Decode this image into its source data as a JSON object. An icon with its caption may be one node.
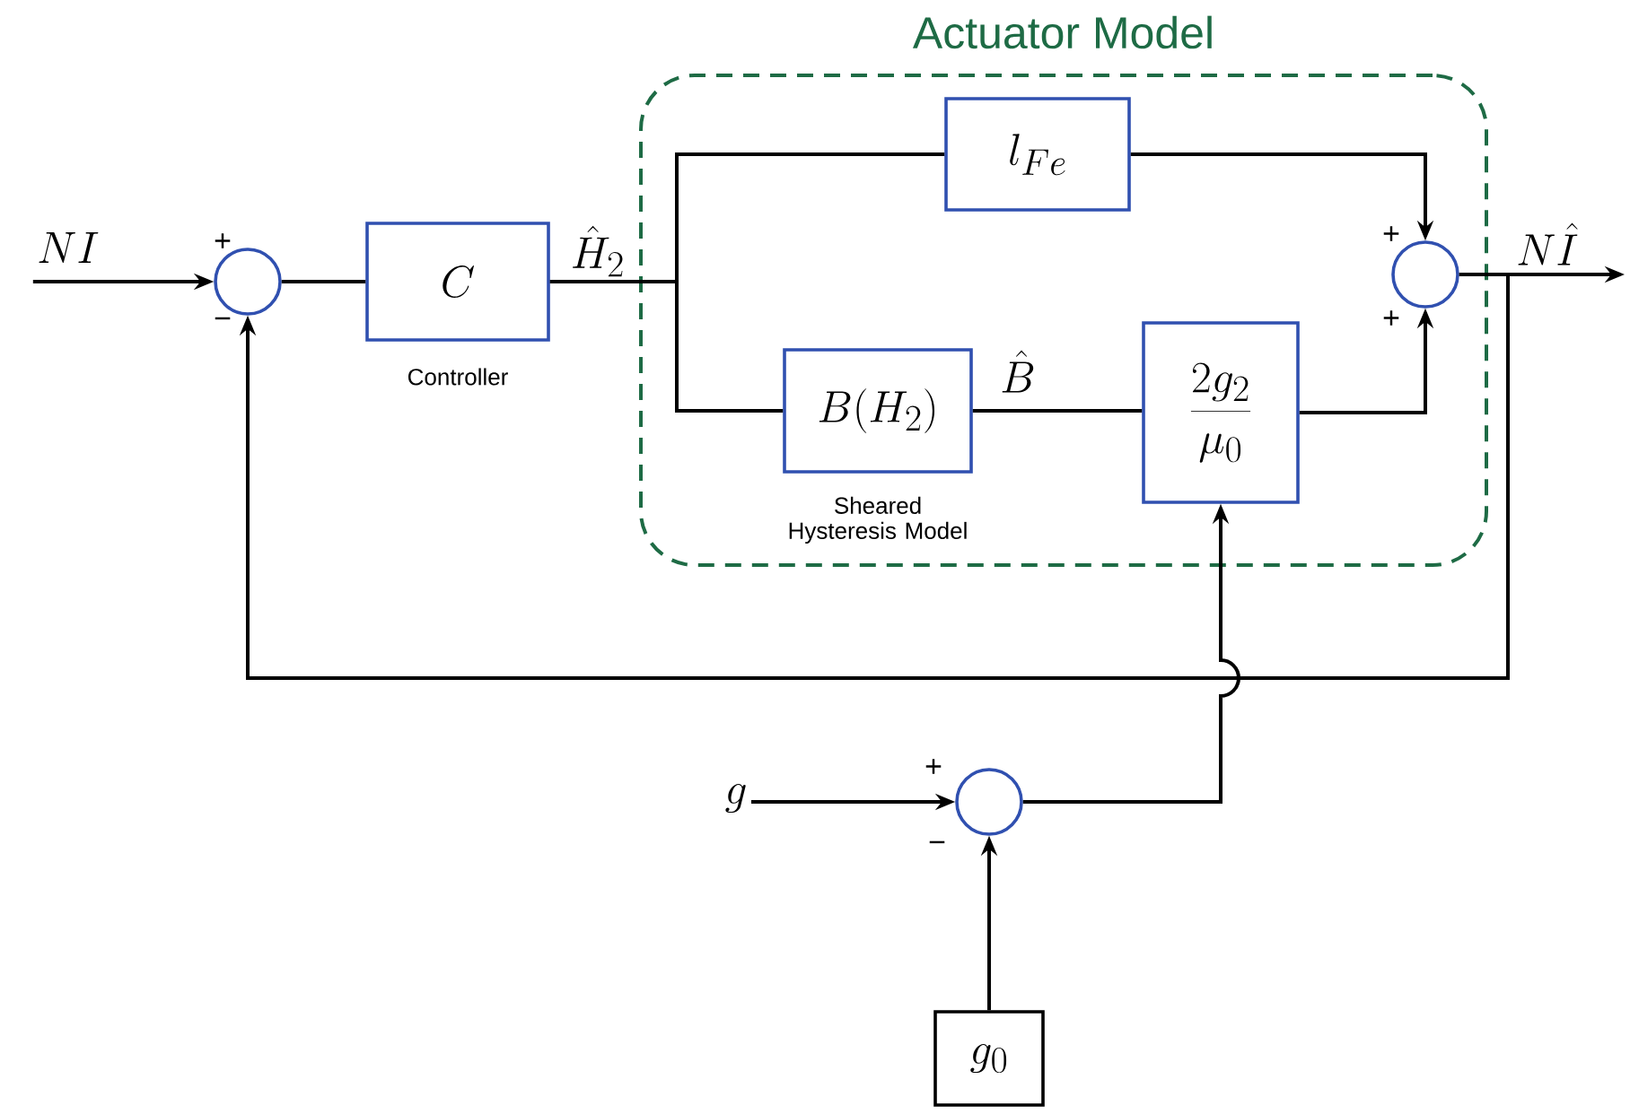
{
  "diagram": {
    "nodes": [
      {
        "text": [
          "Actuator Model"
        ]
      },
      {
        "text": [
          "NI"
        ]
      },
      {
        "text": [],
        "shape": "circle"
      },
      {
        "text": [
          "C"
        ],
        "beside": [
          "Controller"
        ]
      },
      {
        "text": [
          "l_{Fe}"
        ],
        "in": 0
      },
      {
        "text": [
          "B(H_2)"
        ],
        "in": 0,
        "beside": [
          "Sheared Hysteresis Model"
        ]
      },
      {
        "text": [
          "\\frac{2g_2}{\\mu_0}"
        ],
        "in": 0
      },
      {
        "text": [],
        "shape": "circle",
        "in": 0
      },
      {
        "text": [
          "g"
        ]
      },
      {
        "text": [],
        "shape": "circle"
      },
      {
        "text": [
          "g_0"
        ]
      }
    ],
    "edges": [
      {
        "from": 1,
        "to": 2,
        "arrow": "to"
      },
      {
        "from": 2,
        "to": 3,
        "arrow": "none"
      },
      {
        "from": 3,
        "to": 4,
        "arrow": "none",
        "label": "\\hat{H}_2"
      },
      {
        "from": 3,
        "to": 5,
        "arrow": "none"
      },
      {
        "from": 4,
        "to": 7,
        "arrow": "to"
      },
      {
        "from": 5,
        "to": 6,
        "arrow": "none",
        "label": "\\hat{B}"
      },
      {
        "from": 6,
        "to": 7,
        "arrow": "to"
      },
      {
        "from": 7,
        "to": null,
        "arrow": "to",
        "label": "N\\hat{I}"
      },
      {
        "from": 7,
        "to": 2,
        "arrow": "to"
      },
      {
        "from": 8,
        "to": 9,
        "arrow": "to"
      },
      {
        "from": 10,
        "to": 9,
        "arrow": "to"
      },
      {
        "from": 9,
        "to": 6,
        "arrow": "to"
      }
    ],
    "labels": [
      "+",
      "−",
      "+",
      "+",
      "+",
      "−"
    ]
  }
}
